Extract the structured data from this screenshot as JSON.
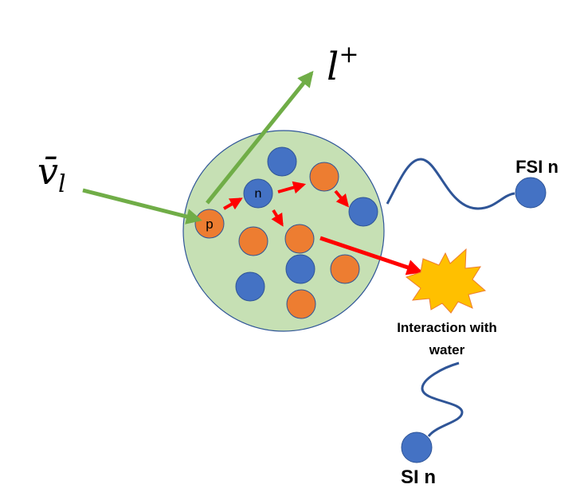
{
  "labels": {
    "incoming_neutrino": "v̄",
    "incoming_neutrino_sub": "l",
    "outgoing_lepton": "l",
    "outgoing_lepton_sup": "+",
    "proton": "p",
    "neutron": "n",
    "fsi_neutron": "FSI n",
    "interaction_line1": "Interaction with",
    "interaction_line2": "water",
    "si_neutron": "SI n"
  },
  "colors": {
    "nucleus_fill": "#c6e0b4",
    "nucleus_stroke": "#2f5597",
    "proton": "#ed7d31",
    "neutron": "#4472c4",
    "particle_stroke": "#2f5597",
    "lepton_arrows": "#70ad47",
    "nucleon_arrows": "#ff0000",
    "wavy_line": "#2f5597",
    "explosion_fill": "#ffc000",
    "explosion_stroke": "#ed7d31"
  },
  "icons": {
    "explosion": "explosion-icon"
  }
}
